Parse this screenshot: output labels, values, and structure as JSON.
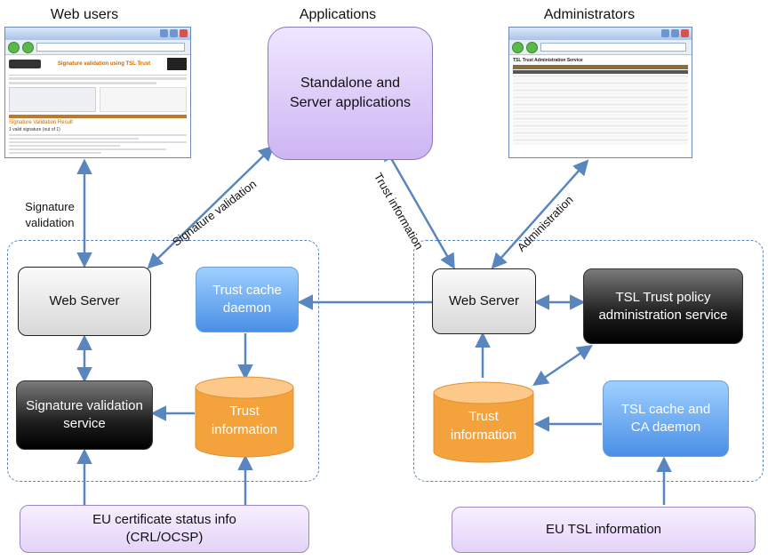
{
  "headings": {
    "web_users": "Web users",
    "applications": "Applications",
    "administrators": "Administrators"
  },
  "nodes": {
    "standalone_apps": "Standalone and Server applications",
    "web_server_left": "Web Server",
    "trust_cache_daemon": "Trust cache daemon",
    "signature_validation_service": "Signature validation service",
    "trust_info_left": "Trust information",
    "web_server_right": "Web Server",
    "tsl_policy_service": "TSL Trust policy administration service",
    "trust_info_right": "Trust information",
    "tsl_cache_daemon": "TSL cache and CA daemon",
    "eu_cert_status": "EU certificate status info (CRL/OCSP)",
    "eu_tsl_info": "EU TSL information"
  },
  "edge_labels": {
    "signature_validation_vertical": "Signature validation",
    "signature_validation_diagonal": "Signature validation",
    "trust_information": "Trust information",
    "administration": "Administration"
  },
  "screenshots": {
    "web_users_title": "Signature validation using TSL Trust",
    "web_users_result": "Signature Validation Result",
    "web_users_status": "1 valid signature (out of 1)",
    "admin_title": "TSL Trust Administration Service"
  },
  "colors": {
    "arrow": "#5a86bf",
    "region_border": "#5a85c0",
    "orange_cylinder": "#f5a13c",
    "blue_box": "#4a8fe6",
    "dark_box": "#1e1e1e"
  }
}
